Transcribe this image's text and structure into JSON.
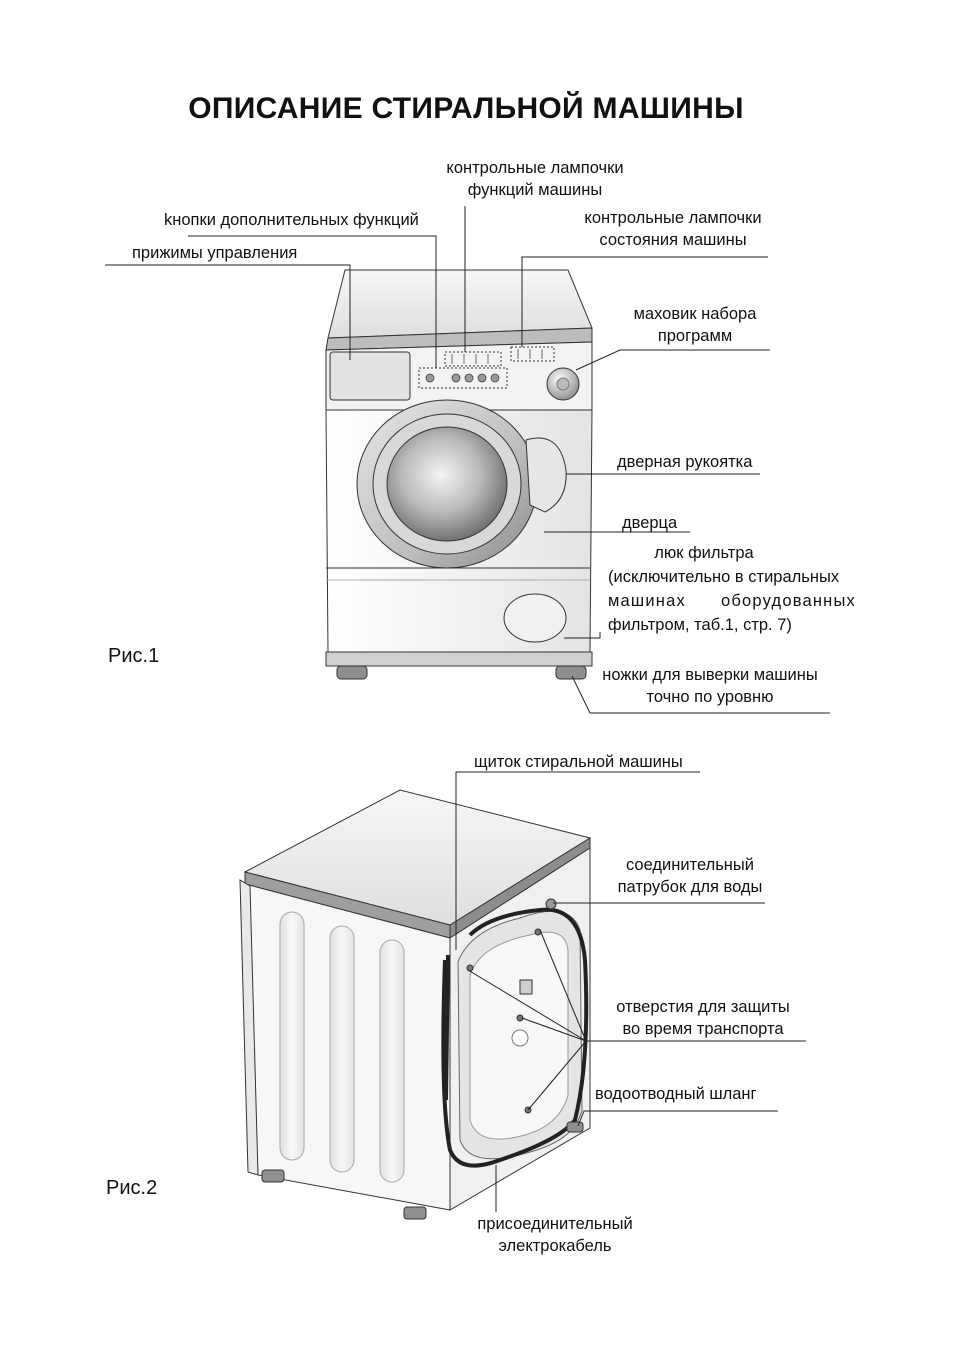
{
  "title": "ОПИСАНИЕ СТИРАЛЬНОЙ МАШИНЫ",
  "figure1": {
    "caption": "Рис.1",
    "labels": {
      "indicator_lamps_functions": [
        "контрольные лампочки",
        "функций  машины"
      ],
      "extra_function_buttons": "kнопки дополнительных функций",
      "control_clamps": "прижимы управления",
      "indicator_lamps_state": [
        "контрольные лампочки",
        "состояния машины"
      ],
      "program_dial": [
        "маховик набора",
        "программ"
      ],
      "door_handle": "дверная рукоятка",
      "door": "дверца",
      "filter_hatch": [
        "люк фильтра",
        "(исключительно в стиральных",
        "машинах оборудованных",
        "фильтром, таб.1, стр. 7)"
      ],
      "leveling_feet": [
        "ножки для выверки  машины",
        "точно по уровню"
      ]
    }
  },
  "figure2": {
    "caption": "Рис.2",
    "labels": {
      "back_panel": "щиток стиральной машины",
      "water_inlet": [
        "соединительный",
        "патрубок для воды"
      ],
      "transport_holes": [
        "отверстия для защиты",
        "во время транспорта"
      ],
      "drain_hose": "водоотводный шланг",
      "power_cable": [
        "присоединительный",
        "электрокабель"
      ]
    }
  }
}
